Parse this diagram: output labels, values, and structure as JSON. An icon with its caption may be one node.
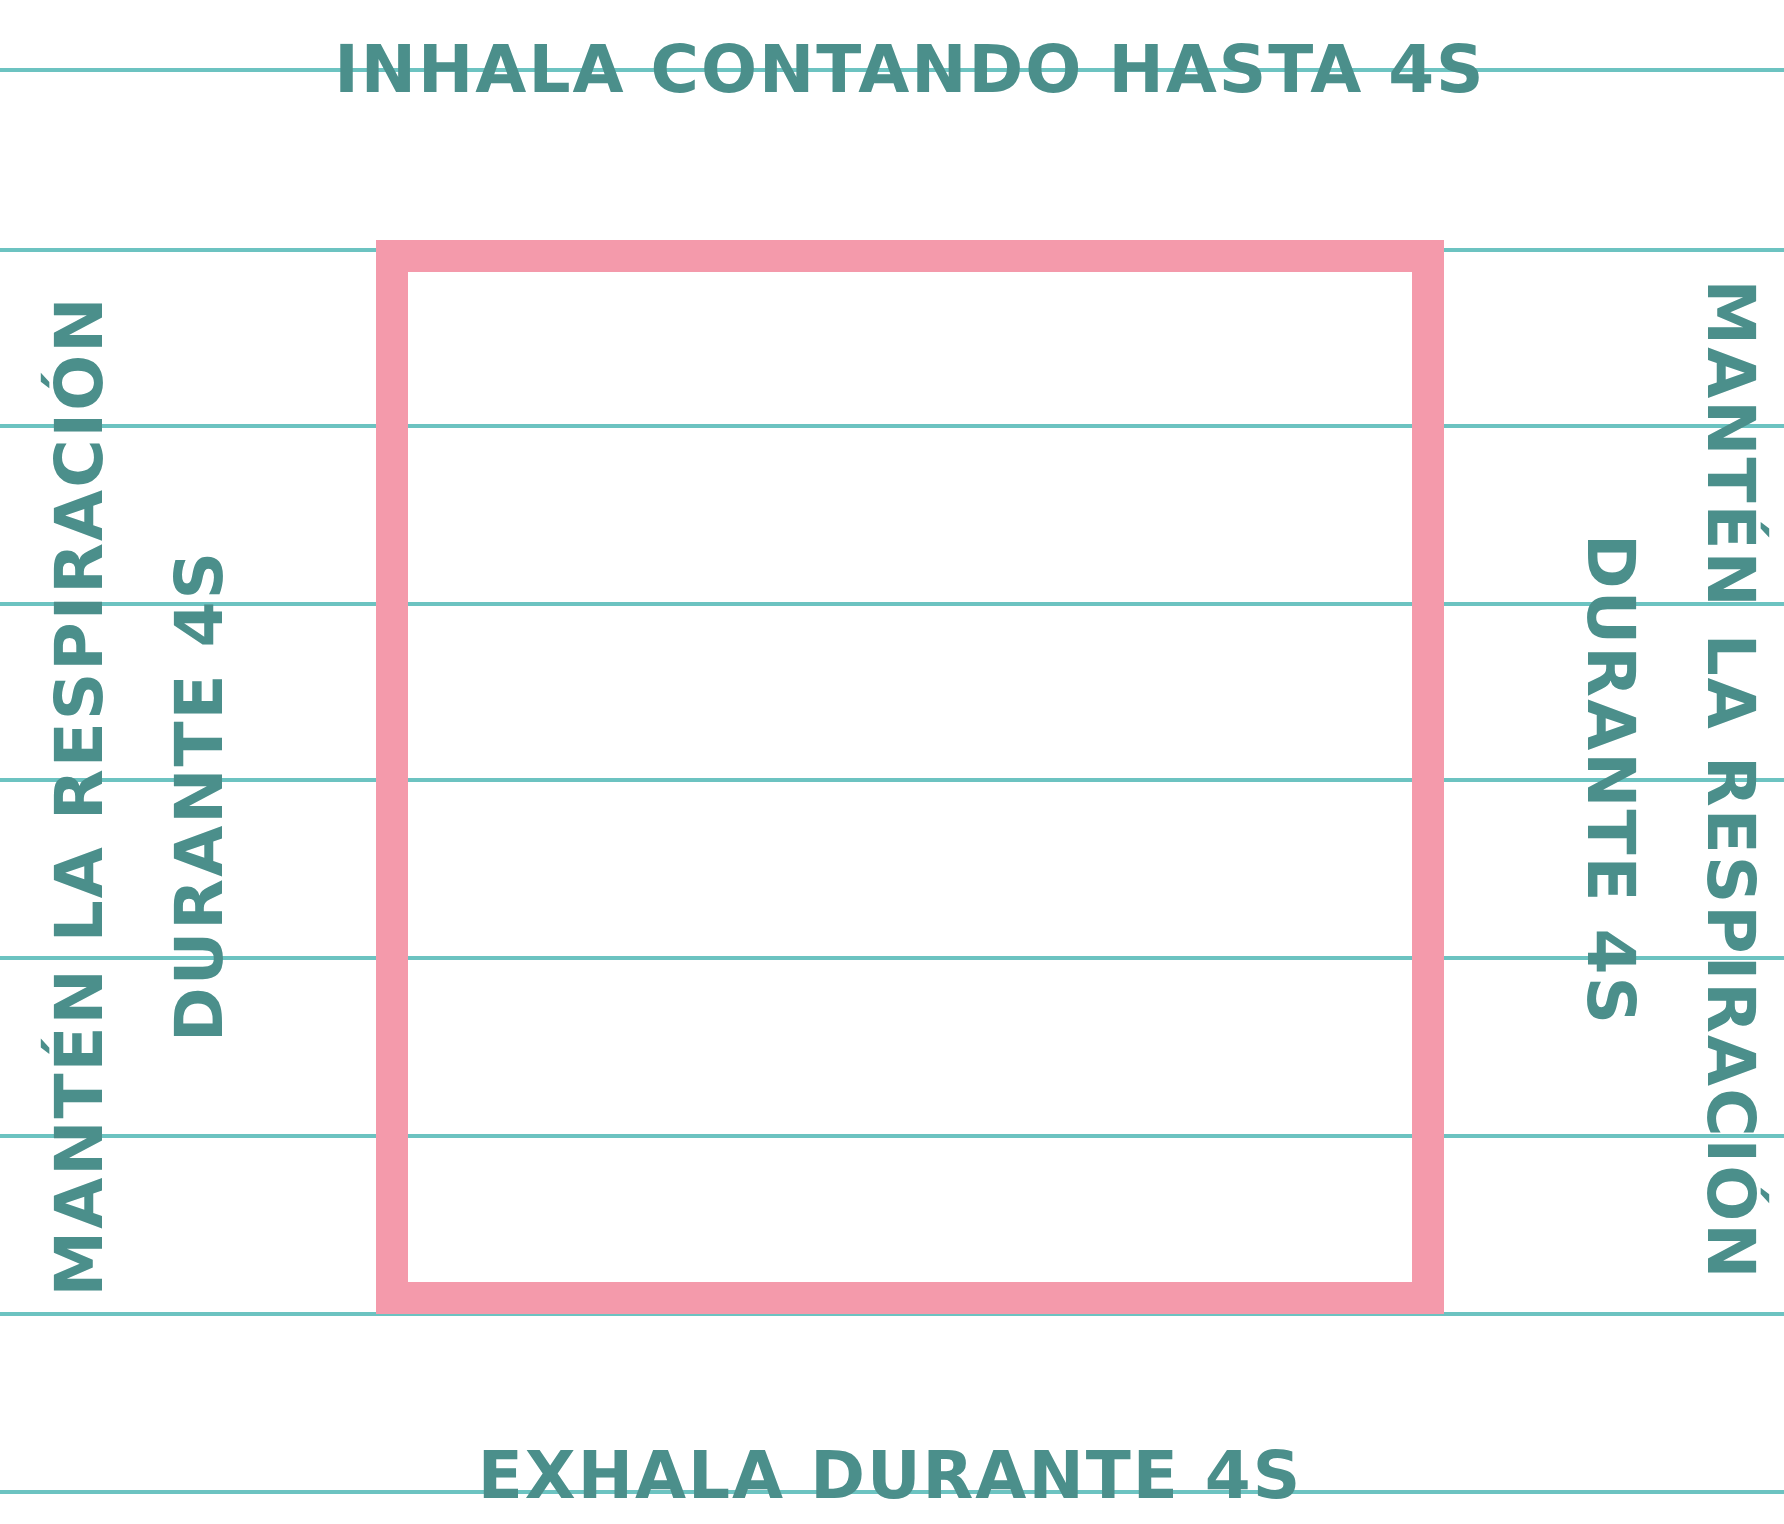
{
  "diagram": {
    "labels": [
      "INHALA CONTANDO HASTA 4S",
      "MANTÉN LA RESPIRACIÓN DURANTE 4S",
      "MANTÉN LA RESPIRACIÓN DURANTE 4S",
      "EXHALA DURANTE 4S"
    ]
  }
}
